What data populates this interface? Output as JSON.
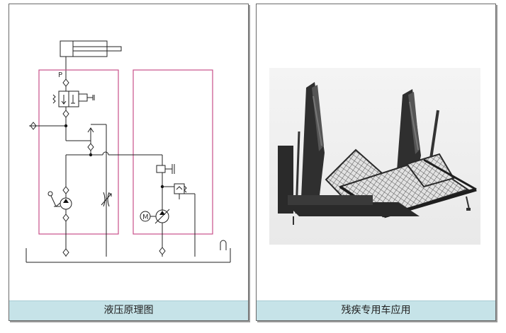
{
  "left_panel": {
    "caption": "液压原理图",
    "labels": {
      "pressure_port": "P",
      "motor": "M"
    }
  },
  "right_panel": {
    "caption": "残疾专用车应用"
  },
  "colors": {
    "caption_bg": "#c6e3e8",
    "subcircuit_box": "#c8508a",
    "lift_frame": "#2a2a2a",
    "lift_mesh": "#555555"
  }
}
